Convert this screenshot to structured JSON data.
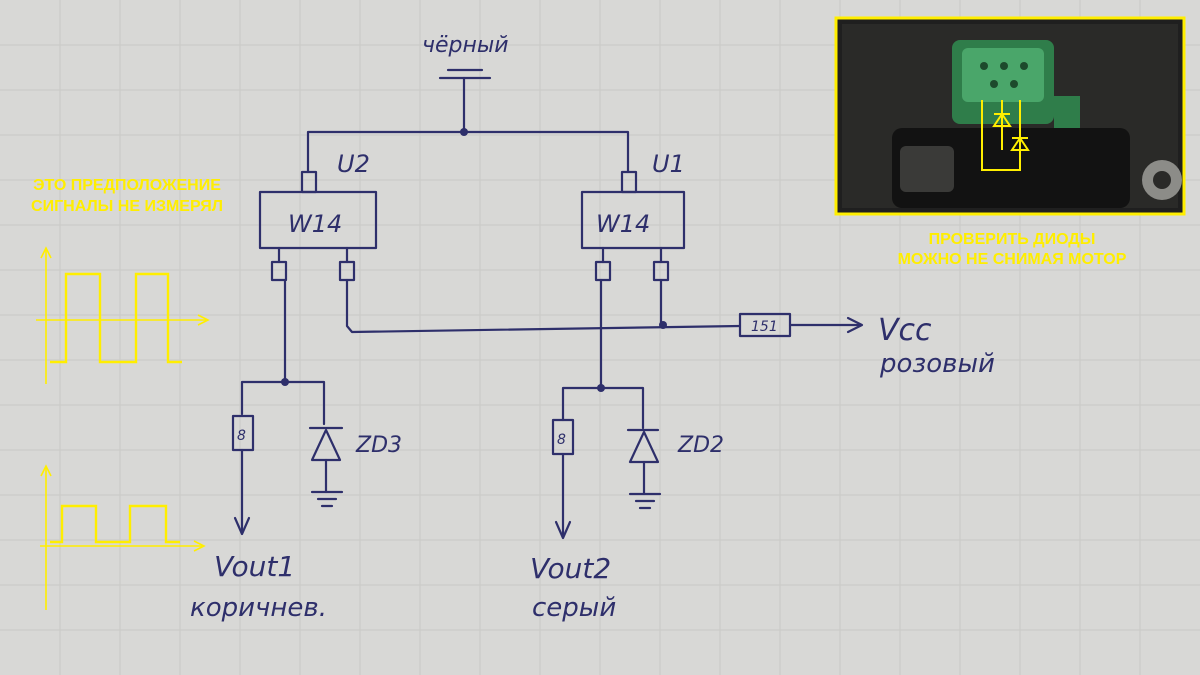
{
  "schematic": {
    "ground_label": "чёрный",
    "ic_left_label": "U2",
    "ic_left_part": "W14",
    "ic_right_label": "U1",
    "ic_right_part": "W14",
    "resistor_vcc": "151",
    "vcc_label": "Vcc",
    "vcc_color": "розовый",
    "resistor_out1": "8",
    "resistor_out2": "8",
    "zener_left": "ZD3",
    "zener_right": "ZD2",
    "vout1_label": "Vout1",
    "vout1_color": "коричнев.",
    "vout2_label": "Vout2",
    "vout2_color": "серый"
  },
  "notes": {
    "assumption_line1": "ЭТО ПРЕДПОЛОЖЕНИЕ",
    "assumption_line2": "СИГНАЛЫ НЕ ИЗМЕРЯЛ",
    "photo_line1": "ПРОВЕРИТЬ ДИОДЫ",
    "photo_line2": "МОЖНО НЕ СНИМАЯ МОТОР"
  },
  "colors": {
    "ink": "#2e2f6b",
    "highlight": "#ffee00",
    "paper": "#d8d8d6"
  }
}
